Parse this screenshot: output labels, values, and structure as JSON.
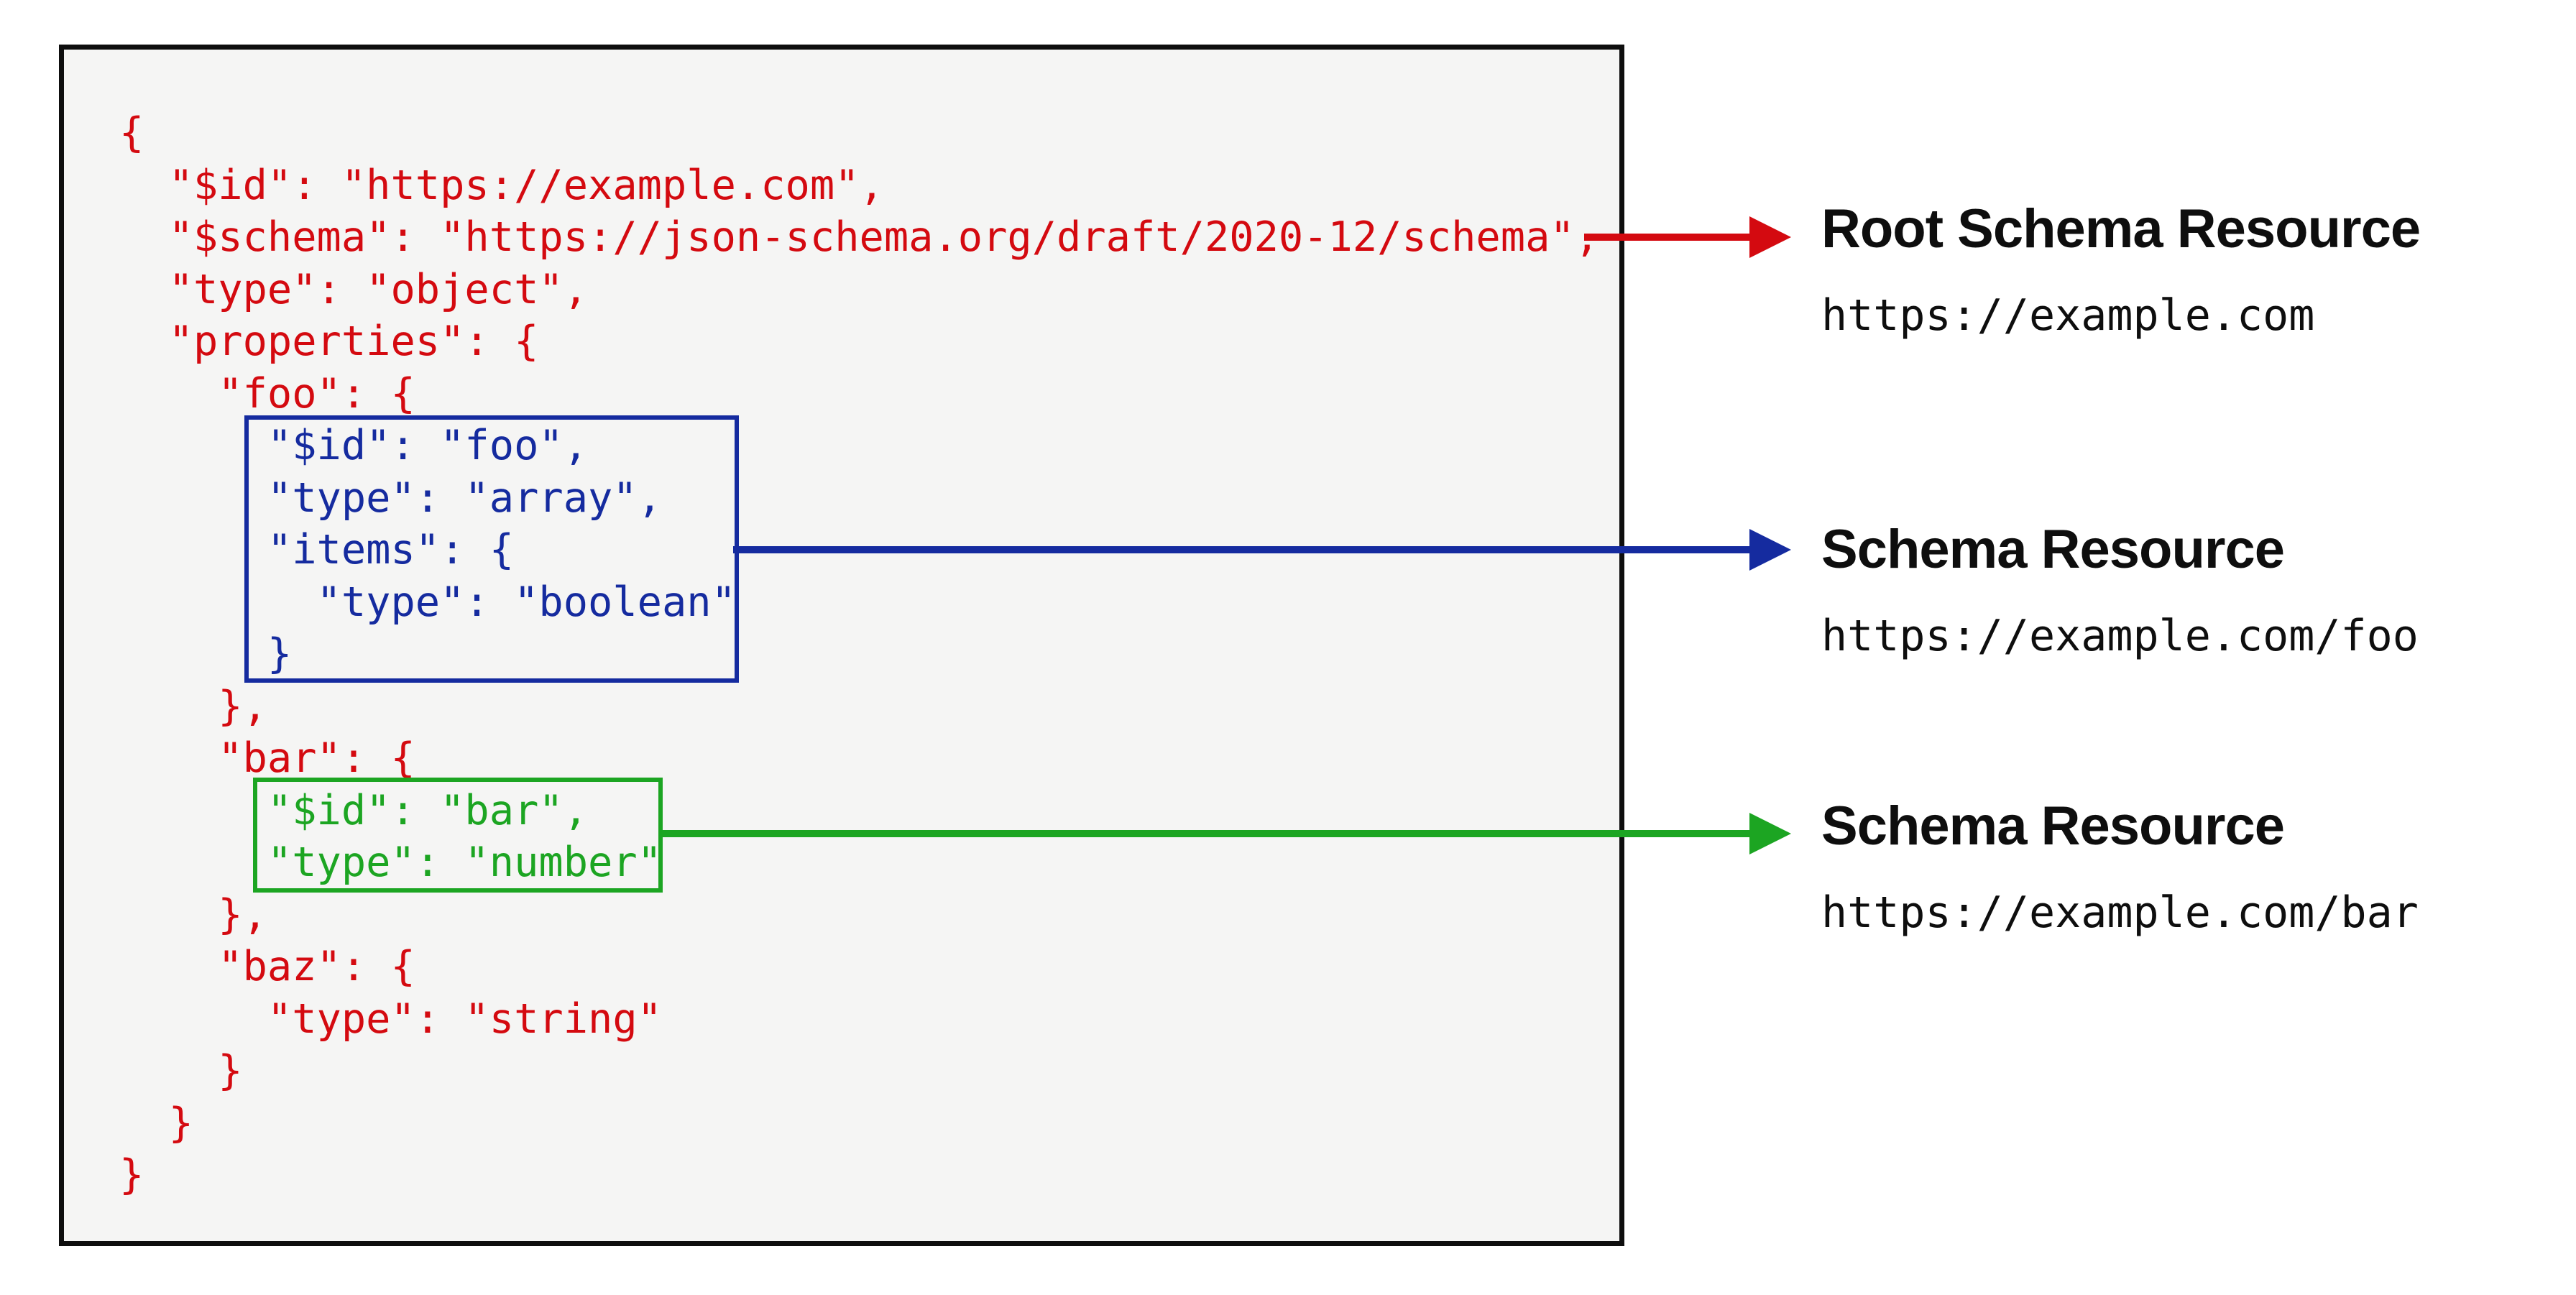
{
  "colors": {
    "red": "#d40a10",
    "blue": "#152b9f",
    "green": "#1ca522",
    "ink": "#0e0e0e",
    "panel": "#f5f5f4"
  },
  "code": {
    "lines": [
      {
        "text": "{",
        "color": "red"
      },
      {
        "text": "  \"$id\": \"https://example.com\",",
        "color": "red"
      },
      {
        "text": "  \"$schema\": \"https://json-schema.org/draft/2020-12/schema\",",
        "color": "red"
      },
      {
        "text": "  \"type\": \"object\",",
        "color": "red"
      },
      {
        "text": "  \"properties\": {",
        "color": "red"
      },
      {
        "text": "    \"foo\": {",
        "color": "red"
      },
      {
        "text": "      \"$id\": \"foo\",",
        "color": "blue"
      },
      {
        "text": "      \"type\": \"array\",",
        "color": "blue"
      },
      {
        "text": "      \"items\": {",
        "color": "blue"
      },
      {
        "text": "        \"type\": \"boolean\"",
        "color": "blue"
      },
      {
        "text": "      }",
        "color": "blue"
      },
      {
        "text": "    },",
        "color": "red"
      },
      {
        "text": "    \"bar\": {",
        "color": "red"
      },
      {
        "text": "      \"$id\": \"bar\",",
        "color": "green"
      },
      {
        "text": "      \"type\": \"number\"",
        "color": "green"
      },
      {
        "text": "    },",
        "color": "red"
      },
      {
        "text": "    \"baz\": {",
        "color": "red"
      },
      {
        "text": "      \"type\": \"string\"",
        "color": "red"
      },
      {
        "text": "    }",
        "color": "red"
      },
      {
        "text": "  }",
        "color": "red"
      },
      {
        "text": "}",
        "color": "red"
      }
    ]
  },
  "highlight_boxes": [
    {
      "id": "foo-schema",
      "color": "blue"
    },
    {
      "id": "bar-schema",
      "color": "green"
    }
  ],
  "annotations": [
    {
      "title": "Root Schema Resource",
      "url": "https://example.com",
      "color": "red"
    },
    {
      "title": "Schema Resource",
      "url": "https://example.com/foo",
      "color": "blue"
    },
    {
      "title": "Schema Resource",
      "url": "https://example.com/bar",
      "color": "green"
    }
  ]
}
